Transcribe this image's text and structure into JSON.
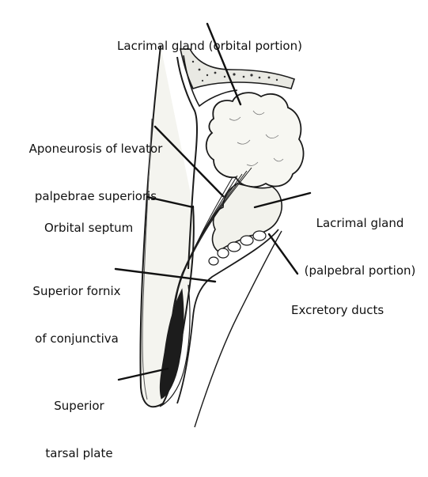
{
  "labels": {
    "lacrimal_orbital": [
      "Lacrimal gland (orbital portion)"
    ],
    "aponeurosis": [
      "Aponeurosis of levator",
      "palpebrae superioris"
    ],
    "orbital_septum": [
      "Orbital septum"
    ],
    "lacrimal_palpebral": [
      "Lacrimal gland",
      "(palpebral portion)"
    ],
    "superior_fornix": [
      "Superior fornix",
      "of conjunctiva"
    ],
    "excretory_ducts": [
      "Excretory ducts"
    ],
    "tarsal_plate": [
      "Superior",
      "tarsal plate"
    ]
  }
}
